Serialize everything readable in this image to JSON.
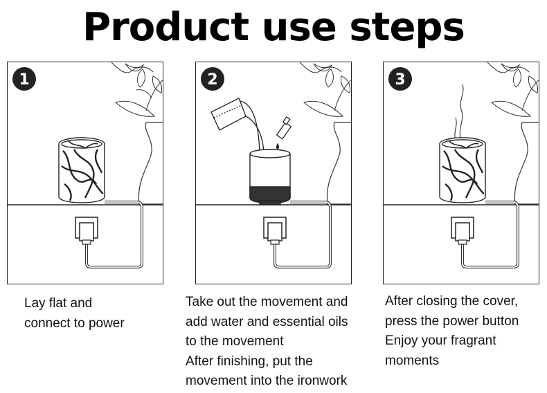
{
  "title": "Product use steps",
  "steps": [
    {
      "number": "1",
      "lines": [
        "Lay flat and",
        "connect to power"
      ]
    },
    {
      "number": "2",
      "lines": [
        "Take out the movement and",
        "add water and essential oils",
        "to the movement",
        "After finishing, put the",
        "movement into the ironwork"
      ]
    },
    {
      "number": "3",
      "lines": [
        "After closing the cover,",
        "press the power button",
        "Enjoy your fragrant",
        "moments"
      ]
    }
  ]
}
